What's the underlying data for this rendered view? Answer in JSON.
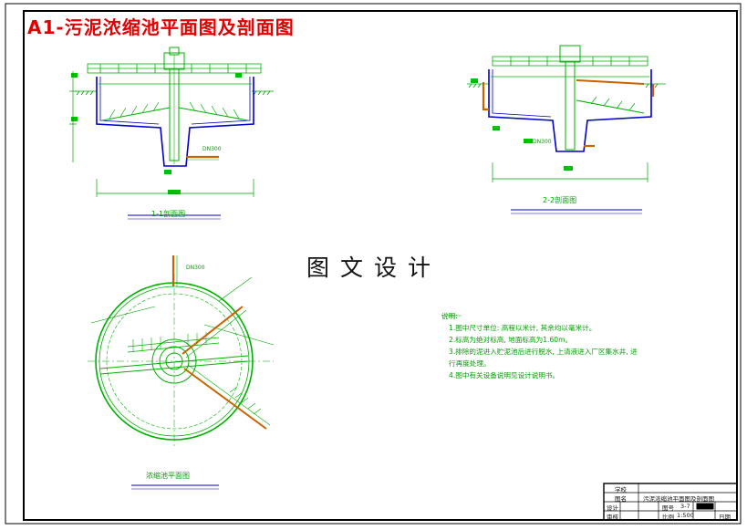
{
  "title": "A1-污泥浓缩池平面图及剖面图",
  "center_label": "图文设计",
  "section_1_caption": "1-1剖面图",
  "section_2_caption": "2-2剖面图",
  "plan_caption": "浓缩池平面图",
  "pipe_labels": {
    "dn300_left": "DN300",
    "dn300_right": "DN300",
    "dn300_top": "DN300"
  },
  "notes": {
    "heading": "说明:",
    "items": [
      "1.图中尺寸单位: 高程以米计, 其余均以毫米计。",
      "2.标高为绝对标高, 地面标高为1.60m。",
      "3.排除的泥进入贮泥池后进行脱水, 上清液进入厂区集水井, 进",
      "   行再度处理。",
      "4.图中有关设备说明见设计说明书。"
    ]
  },
  "title_block": {
    "school_label": "学校",
    "drawing_name_label": "图名",
    "drawing_name": "污泥浓缩池平面图及剖面图",
    "design_label": "设计",
    "drawing_no_label": "图号",
    "drawing_no": "3-7",
    "review_label": "审核",
    "scale_label": "比例",
    "scale": "1:500",
    "date_label": "日期"
  },
  "colors": {
    "border": "#000000",
    "structure": "#0000c8",
    "annotation": "#00b000",
    "pipe": "#c86400",
    "title": "#e00000"
  }
}
